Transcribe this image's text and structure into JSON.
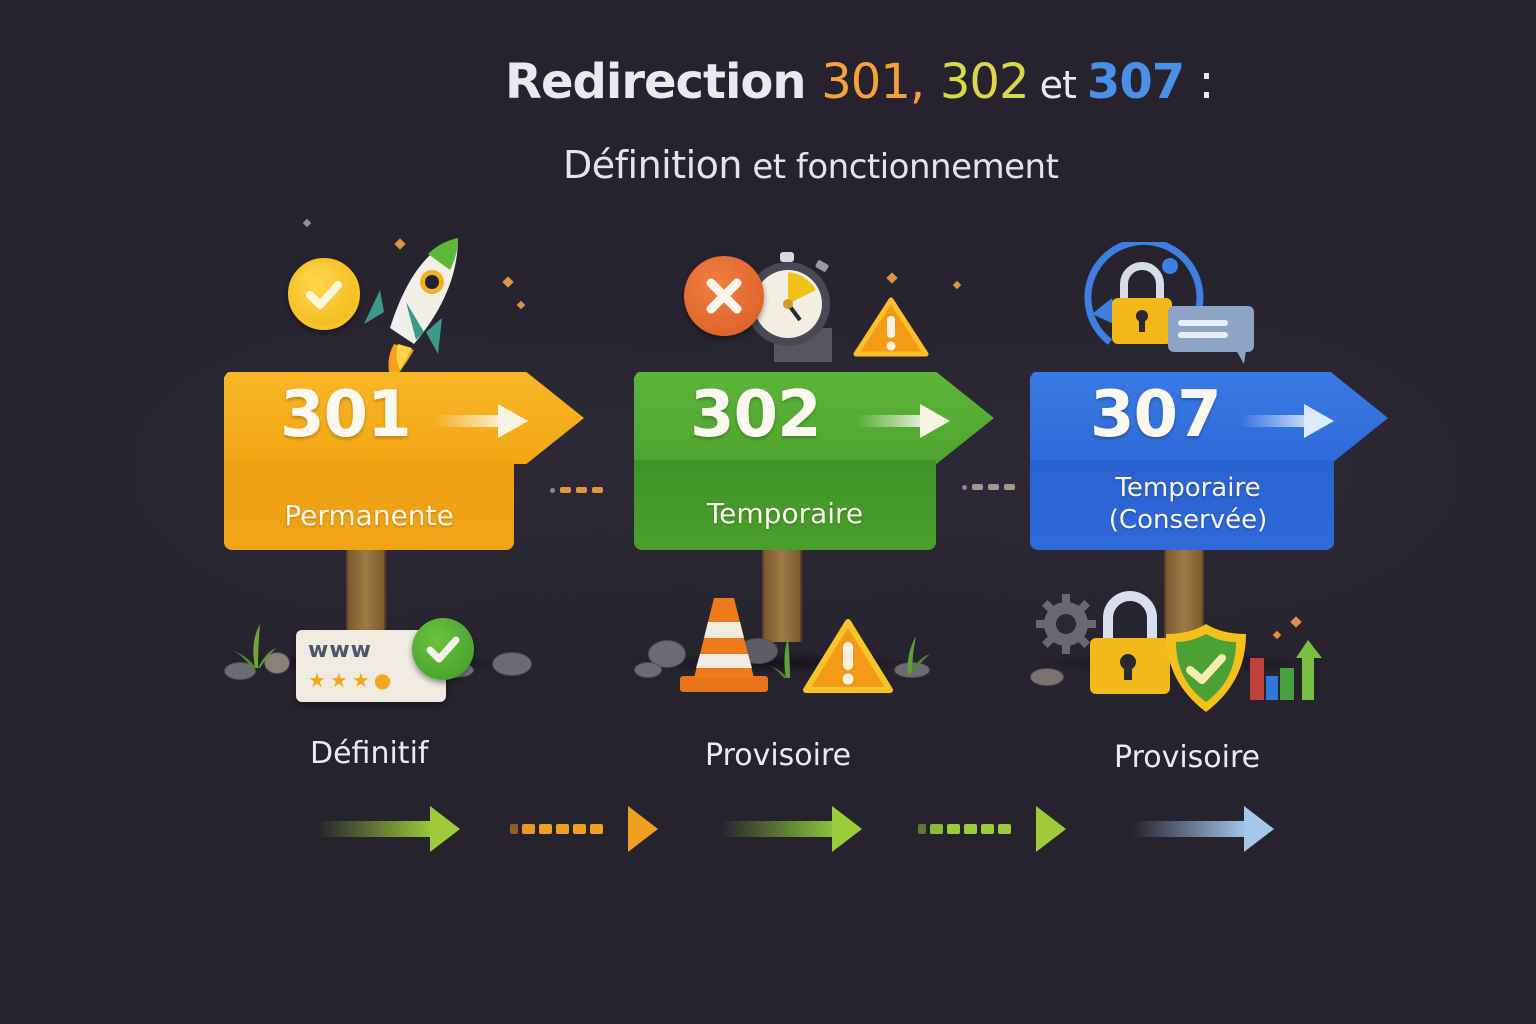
{
  "title": {
    "prefix": "Redirection ",
    "code_301": "301,",
    "code_302": "302",
    "conjunction": " et ",
    "code_307": "307",
    "suffix": " :"
  },
  "subtitle": {
    "part1": "Définition",
    "part2": " et fonctionnement"
  },
  "colors": {
    "background": "#26232f",
    "accent_301": "#f5a23a",
    "accent_302": "#d8d84a",
    "accent_307": "#4a8fe8",
    "sign_301": "#f4a81c",
    "sign_302": "#4fa32d",
    "sign_307": "#2f6fdc"
  },
  "redirects": [
    {
      "code": "301",
      "sign_label": "Permanente",
      "bottom_label": "Définitif",
      "top_icons": [
        "check-badge-icon",
        "rocket-icon"
      ],
      "bottom_icons": [
        "www-rating-card-icon",
        "check-circle-icon",
        "grass-icon",
        "rocks-icon"
      ],
      "card_text": "www"
    },
    {
      "code": "302",
      "sign_label": "Temporaire",
      "bottom_label": "Provisoire",
      "top_icons": [
        "cross-circle-icon",
        "stopwatch-icon",
        "warning-triangle-icon"
      ],
      "bottom_icons": [
        "traffic-cone-icon",
        "warning-triangle-icon",
        "grass-icon",
        "rocks-icon"
      ]
    },
    {
      "code": "307",
      "sign_label_line1": "Temporaire",
      "sign_label_line2": "(Conservée)",
      "bottom_label": "Provisoire",
      "top_icons": [
        "refresh-cycle-icon",
        "padlock-icon",
        "chat-bubble-icon"
      ],
      "bottom_icons": [
        "gear-icon",
        "padlock-icon",
        "shield-check-icon",
        "bar-chart-up-icon"
      ]
    }
  ],
  "flow_arrows": [
    {
      "style": "solid",
      "color": "#9ccc3a"
    },
    {
      "style": "dashed",
      "color": "#f0a020"
    },
    {
      "style": "solid",
      "color": "#8cc63a"
    },
    {
      "style": "dashed",
      "color": "#9ccc3a"
    },
    {
      "style": "solid",
      "color": "#9cc4e6"
    }
  ],
  "connectors": [
    {
      "between": "301-302",
      "color": "#e8923a"
    },
    {
      "between": "302-307",
      "color": "#a39a8a"
    }
  ]
}
